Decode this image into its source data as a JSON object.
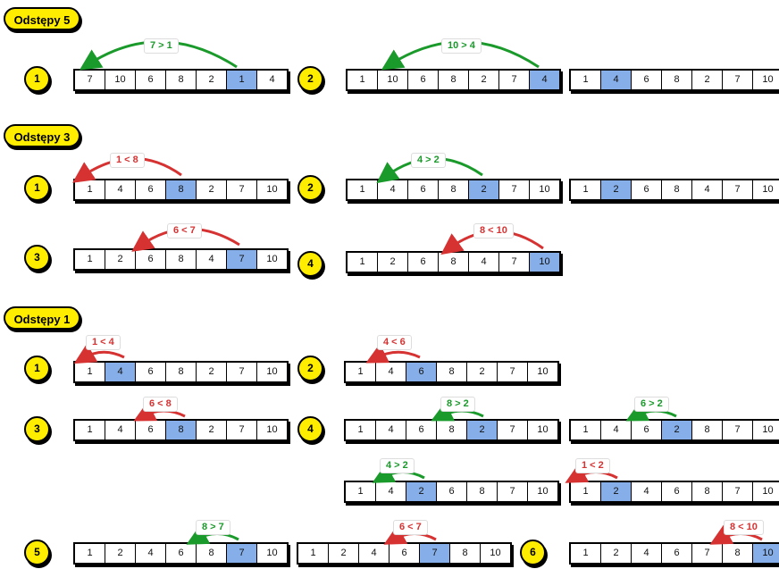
{
  "sections": [
    {
      "label": "Odstępy 5"
    },
    {
      "label": "Odstępy 3"
    },
    {
      "label": "Odstępy 1"
    }
  ],
  "steps": [
    {
      "num": "1"
    },
    {
      "num": "2"
    },
    {
      "num": "1"
    },
    {
      "num": "2"
    },
    {
      "num": "3"
    },
    {
      "num": "4"
    },
    {
      "num": "1"
    },
    {
      "num": "2"
    },
    {
      "num": "3"
    },
    {
      "num": "4"
    },
    {
      "num": "5"
    },
    {
      "num": "6"
    }
  ],
  "arrays": [
    {
      "values": [
        "7",
        "10",
        "6",
        "8",
        "2",
        "1",
        "4"
      ],
      "highlight": 5
    },
    {
      "values": [
        "1",
        "10",
        "6",
        "8",
        "2",
        "7",
        "4"
      ],
      "highlight": 6
    },
    {
      "values": [
        "1",
        "4",
        "6",
        "8",
        "2",
        "7",
        "10"
      ],
      "highlight": 1
    },
    {
      "values": [
        "1",
        "4",
        "6",
        "8",
        "2",
        "7",
        "10"
      ],
      "highlight": 3
    },
    {
      "values": [
        "1",
        "4",
        "6",
        "8",
        "2",
        "7",
        "10"
      ],
      "highlight": 4
    },
    {
      "values": [
        "1",
        "2",
        "6",
        "8",
        "4",
        "7",
        "10"
      ],
      "highlight": 1
    },
    {
      "values": [
        "1",
        "2",
        "6",
        "8",
        "4",
        "7",
        "10"
      ],
      "highlight": 5
    },
    {
      "values": [
        "1",
        "2",
        "6",
        "8",
        "4",
        "7",
        "10"
      ],
      "highlight": 6
    },
    {
      "values": [
        "1",
        "4",
        "6",
        "8",
        "2",
        "7",
        "10"
      ],
      "highlight": 1
    },
    {
      "values": [
        "1",
        "4",
        "6",
        "8",
        "2",
        "7",
        "10"
      ],
      "highlight": 2
    },
    {
      "values": [
        "1",
        "4",
        "6",
        "8",
        "2",
        "7",
        "10"
      ],
      "highlight": 3
    },
    {
      "values": [
        "1",
        "4",
        "6",
        "8",
        "2",
        "7",
        "10"
      ],
      "highlight": 4
    },
    {
      "values": [
        "1",
        "4",
        "6",
        "2",
        "8",
        "7",
        "10"
      ],
      "highlight": 3
    },
    {
      "values": [
        "1",
        "4",
        "2",
        "6",
        "8",
        "7",
        "10"
      ],
      "highlight": 2
    },
    {
      "values": [
        "1",
        "2",
        "4",
        "6",
        "8",
        "7",
        "10"
      ],
      "highlight": 1
    },
    {
      "values": [
        "1",
        "2",
        "4",
        "6",
        "8",
        "7",
        "10"
      ],
      "highlight": 5
    },
    {
      "values": [
        "1",
        "2",
        "4",
        "6",
        "7",
        "8",
        "10"
      ],
      "highlight": 4
    },
    {
      "values": [
        "1",
        "2",
        "4",
        "6",
        "7",
        "8",
        "10"
      ],
      "highlight": 6
    }
  ],
  "comparisons": [
    {
      "text": "7 > 1",
      "color": "green"
    },
    {
      "text": "10 > 4",
      "color": "green"
    },
    {
      "text": "1 < 8",
      "color": "red"
    },
    {
      "text": "4 > 2",
      "color": "green"
    },
    {
      "text": "6 < 7",
      "color": "red"
    },
    {
      "text": "8 < 10",
      "color": "red"
    },
    {
      "text": "1 < 4",
      "color": "red"
    },
    {
      "text": "4 < 6",
      "color": "red"
    },
    {
      "text": "6 < 8",
      "color": "red"
    },
    {
      "text": "8 > 2",
      "color": "green"
    },
    {
      "text": "6 > 2",
      "color": "green"
    },
    {
      "text": "4 > 2",
      "color": "green"
    },
    {
      "text": "1 < 2",
      "color": "red"
    },
    {
      "text": "8 > 7",
      "color": "green"
    },
    {
      "text": "6 < 7",
      "color": "red"
    },
    {
      "text": "8 < 10",
      "color": "red"
    }
  ],
  "colors": {
    "yellow": "#ffed00",
    "highlight": "#86aee8",
    "green": "#1a9a2a",
    "red": "#d63232"
  }
}
